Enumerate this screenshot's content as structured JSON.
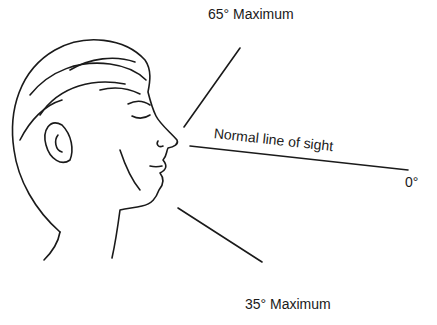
{
  "diagram": {
    "labels": [
      "65° Maximum",
      "Normal line of sight",
      "0°",
      "35° Maximum"
    ]
  }
}
